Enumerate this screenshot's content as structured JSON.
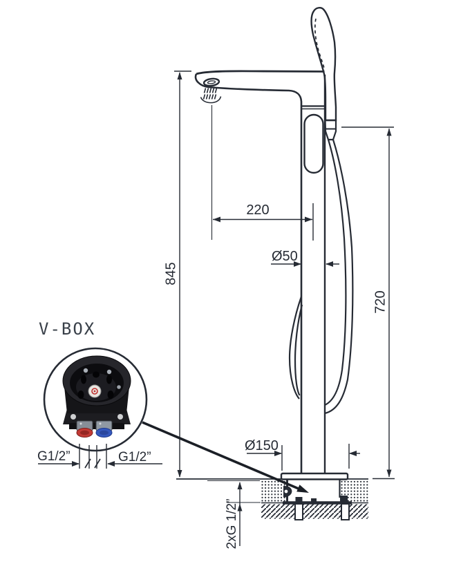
{
  "labels": {
    "vbox_title": "V-BOX",
    "g_half_left": "G1/2”",
    "g_half_right": "G1/2”"
  },
  "dimensions": {
    "overall_height": "845",
    "spout_reach": "220",
    "column_diameter": "Ø50",
    "shower_outlet_height": "720",
    "base_plate_diameter": "Ø150",
    "floor_connections": "2xG 1/2”"
  },
  "colors": {
    "line": "#262b34",
    "hot_cap": "#c23a35",
    "cold_cap": "#3558bd",
    "background": "#ffffff"
  }
}
